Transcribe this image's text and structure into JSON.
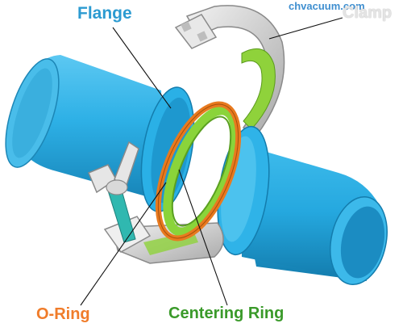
{
  "labels": {
    "flange": "Flange",
    "clamp": "Clamp",
    "oring": "O-Ring",
    "centering_ring": "Centering Ring"
  },
  "watermark": "chvacuum.com",
  "colors": {
    "tube": "#2db0e6",
    "tube_dark": "#1a86b8",
    "tube_light": "#6fd0f4",
    "oring": "#e87a1f",
    "centering_ring": "#8ad43a",
    "clamp": "#d9d9d9",
    "clamp_dark": "#9b9b9b",
    "leader_line": "#111111"
  }
}
